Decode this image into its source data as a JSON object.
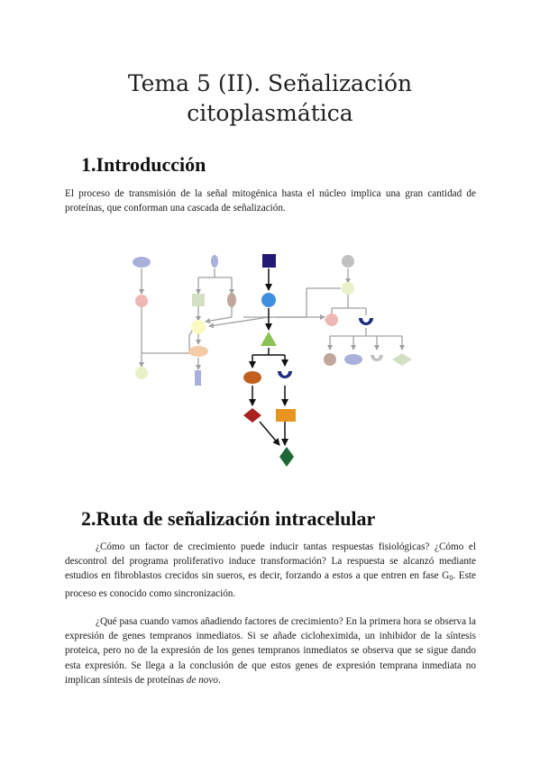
{
  "title": {
    "line1": "Tema 5 (II). Señalización",
    "line2": "citoplasmática"
  },
  "section1": {
    "heading": "1.Introducción",
    "paragraph": "El proceso de transmisión de la señal mitogénica hasta el núcleo implica una gran cantidad de proteínas, que conforman una cascada de señalización."
  },
  "section2": {
    "heading": "2.Ruta de señalización intracelular",
    "p1_main": "¿Cómo un factor de crecimiento puede inducir tantas respuestas fisiológicas? ¿Cómo el descontrol del programa proliferativo induce transformación? La respuesta se alcanzó mediante estudios en fibroblastos crecidos sin sueros, es decir, forzando a estos a que entren en fase G",
    "p1_sub": "0",
    "p1_end": ". Este proceso es conocido como sincronización.",
    "p2_main": "¿Qué pasa cuando vamos añadiendo factores de crecimiento? En la primera hora se observa la expresión de genes tempranos inmediatos. Si se añade cicloheximida, un inhibidor de la síntesis proteica, pero no de la expresión de los genes tempranos inmediatos se observa que se sigue dando esta expresión. Se llega a la conclusión de que estos genes de expresión temprana inmediata no implican síntesis de proteínas ",
    "p2_italic": "de novo",
    "p2_end": "."
  },
  "diagram_colors": {
    "lavender": "#aab0dc",
    "pink": "#efb7b4",
    "sage": "#d5dfc4",
    "mauve": "#c2a69c",
    "blue": "#3d8fdf",
    "navy": "#231a78",
    "cream": "#fbfac2",
    "peach": "#f3cba6",
    "green_triangle": "#8cc155",
    "brown": "#c15f1f",
    "dark_blue": "#1f2d80",
    "red": "#ab2020",
    "orange": "#e99420",
    "dark_green": "#1d6836",
    "grey": "#c1c1c1",
    "pale_green": "#e8f1c8",
    "line_grey": "#a0a0a0"
  }
}
